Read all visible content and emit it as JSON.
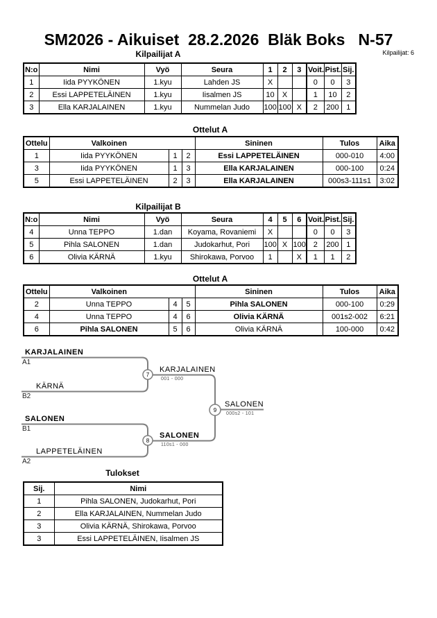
{
  "page": {
    "title": "SM2026 - Aikuiset  28.2.2026  Bläk Boks   N-57",
    "competitors_count_label": "Kilpailijat: 6"
  },
  "sections": {
    "kilpailijatA": {
      "title": "Kilpailijat A",
      "headers": [
        "N:o",
        "Nimi",
        "Vyö",
        "Seura",
        "1",
        "2",
        "3",
        "Voit.",
        "Pist.",
        "Sij."
      ],
      "rows": [
        [
          "1",
          "Iida PYYKÖNEN",
          "1.kyu",
          "Lahden JS",
          "X",
          "",
          "",
          "0",
          "0",
          "3"
        ],
        [
          "2",
          "Essi LAPPETELÄINEN",
          "1.kyu",
          "Iisalmen JS",
          "10",
          "X",
          "",
          "1",
          "10",
          "2"
        ],
        [
          "3",
          "Ella KARJALAINEN",
          "1.kyu",
          "Nummelan Judo",
          "100",
          "100",
          "X",
          "2",
          "200",
          "1"
        ]
      ]
    },
    "ottelutA": {
      "title": "Ottelut A",
      "headers": [
        "Ottelu",
        "Valkoinen",
        "Sininen",
        "Tulos",
        "Aika"
      ],
      "rows": [
        [
          "1",
          "Iida PYYKÖNEN",
          "1",
          "2",
          "Essi LAPPETELÄINEN",
          "000-010",
          "4:00"
        ],
        [
          "3",
          "Iida PYYKÖNEN",
          "1",
          "3",
          "Ella KARJALAINEN",
          "000-100",
          "0:24"
        ],
        [
          "5",
          "Essi LAPPETELÄINEN",
          "2",
          "3",
          "Ella KARJALAINEN",
          "000s3-111s1",
          "3:02"
        ]
      ]
    },
    "kilpailijatB": {
      "title": "Kilpailijat B",
      "headers": [
        "N:o",
        "Nimi",
        "Vyö",
        "Seura",
        "4",
        "5",
        "6",
        "Voit.",
        "Pist.",
        "Sij."
      ],
      "rows": [
        [
          "4",
          "Unna TEPPO",
          "1.dan",
          "Koyama, Rovaniemi",
          "X",
          "",
          "",
          "0",
          "0",
          "3"
        ],
        [
          "5",
          "Pihla SALONEN",
          "1.dan",
          "Judokarhut, Pori",
          "100",
          "X",
          "100",
          "2",
          "200",
          "1"
        ],
        [
          "6",
          "Olivia KÄRNÄ",
          "1.kyu",
          "Shirokawa, Porvoo",
          "1",
          "",
          "X",
          "1",
          "1",
          "2"
        ]
      ]
    },
    "ottelutB": {
      "title": "Ottelut A",
      "headers": [
        "Ottelu",
        "Valkoinen",
        "Sininen",
        "Tulos",
        "Aika"
      ],
      "rows": [
        [
          "2",
          "Unna TEPPO",
          "4",
          "5",
          "Pihla SALONEN",
          "000-100",
          "0:29"
        ],
        [
          "4",
          "Unna TEPPO",
          "4",
          "6",
          "Olivia KÄRNÄ",
          "001s2-002",
          "6:21"
        ],
        [
          "6",
          "Pihla SALONEN",
          "5",
          "6",
          "Olivia KÄRNÄ",
          "100-000",
          "0:42"
        ]
      ]
    },
    "tulokset": {
      "title": "Tulokset",
      "headers": [
        "Sij.",
        "Nimi"
      ],
      "rows": [
        [
          "1",
          "Pihla SALONEN, Judokarhut, Pori"
        ],
        [
          "2",
          "Ella KARJALAINEN, Nummelan Judo"
        ],
        [
          "3",
          "Olivia KÄRNÄ, Shirokawa, Porvoo"
        ],
        [
          "3",
          "Essi LAPPETELÄINEN, Iisalmen JS"
        ]
      ]
    }
  },
  "bracket": {
    "entries": [
      {
        "name": "KARJALAINEN",
        "code": "A1"
      },
      {
        "name": "KÄRNÄ",
        "code": "B2"
      },
      {
        "name": "SALONEN",
        "code": "B1"
      },
      {
        "name": "LAPPETELÄINEN",
        "code": "A2"
      }
    ],
    "matches": [
      {
        "number": "7",
        "winner": "KARJALAINEN",
        "score": "001 - 000"
      },
      {
        "number": "8",
        "winner": "SALONEN",
        "score": "110s1 - 000"
      },
      {
        "number": "9",
        "winner": "SALONEN",
        "score": "000s2 - 101"
      }
    ]
  },
  "colors": {
    "bracket_line": "#7f7f7f",
    "table_border": "#000000",
    "score_text": "#555555"
  }
}
